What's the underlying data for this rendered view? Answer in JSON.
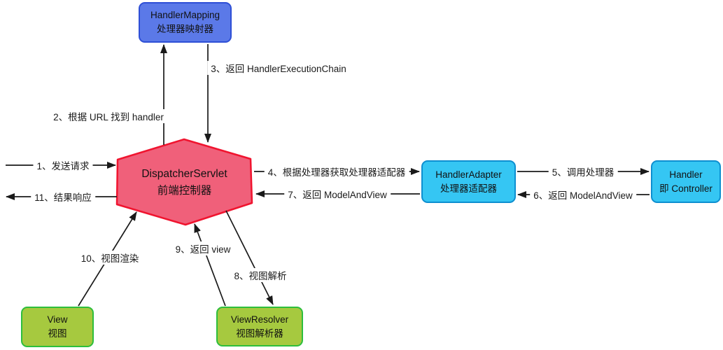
{
  "nodes": {
    "handler_mapping": {
      "line1": "HandlerMapping",
      "line2": "处理器映射器"
    },
    "dispatcher_servlet": {
      "line1": "DispatcherServlet",
      "line2": "前端控制器"
    },
    "handler_adapter": {
      "line1": "HandlerAdapter",
      "line2": "处理器适配器"
    },
    "handler": {
      "line1": "Handler",
      "line2": "即 Controller"
    },
    "view": {
      "line1": "View",
      "line2": "视图"
    },
    "view_resolver": {
      "line1": "ViewResolver",
      "line2": "视图解析器"
    }
  },
  "edges": {
    "e1": "1、发送请求",
    "e2": "2、根据 URL 找到 handler",
    "e3": "3、返回 HandlerExecutionChain",
    "e4": "4、根据处理器获取处理器适配器",
    "e5": "5、调用处理器",
    "e6": "6、返回 ModelAndView",
    "e7": "7、返回 ModelAndView",
    "e8": "8、视图解析",
    "e9": "9、返回 view",
    "e10": "10、视图渲染",
    "e11": "11、结果响应"
  },
  "colors": {
    "handler_mapping_fill": "#5b79e8",
    "handler_mapping_border": "#2e4fd6",
    "dispatcher_fill": "#f0607a",
    "dispatcher_border": "#f0142f",
    "adapter_fill": "#35c6f3",
    "adapter_border": "#0d8fd0",
    "view_fill": "#a6c93f",
    "view_border": "#2dbe3c",
    "arrow": "#1a1a1a"
  }
}
